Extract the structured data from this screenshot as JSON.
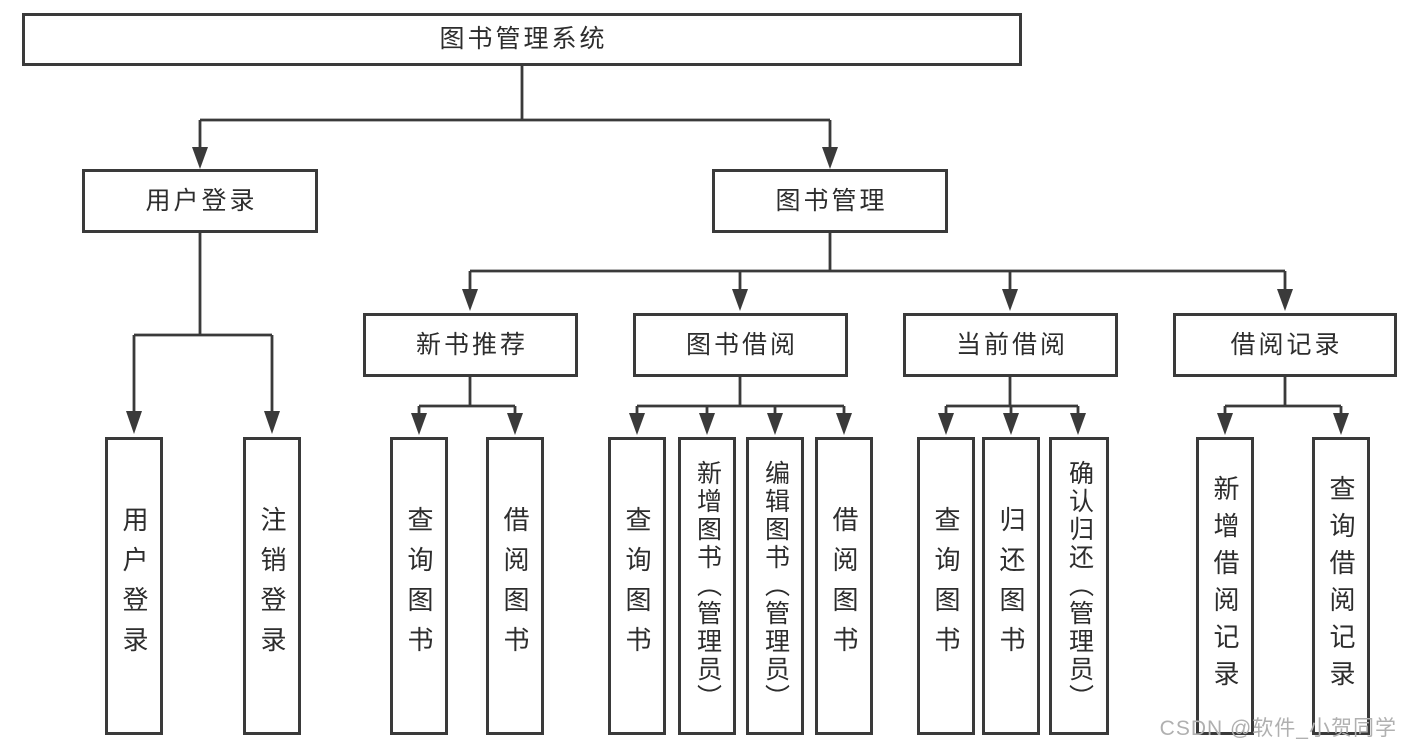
{
  "diagram": {
    "title": "图书管理系统",
    "level2": [
      {
        "label": "用户登录"
      },
      {
        "label": "图书管理"
      }
    ],
    "level3": [
      {
        "label": "新书推荐",
        "parent": "图书管理"
      },
      {
        "label": "图书借阅",
        "parent": "图书管理"
      },
      {
        "label": "当前借阅",
        "parent": "图书管理"
      },
      {
        "label": "借阅记录",
        "parent": "图书管理"
      }
    ],
    "leaves": [
      {
        "label": "用户登录",
        "parent": "用户登录"
      },
      {
        "label": "注销登录",
        "parent": "用户登录"
      },
      {
        "label": "查询图书",
        "parent": "新书推荐"
      },
      {
        "label": "借阅图书",
        "parent": "新书推荐"
      },
      {
        "label": "查询图书",
        "parent": "图书借阅"
      },
      {
        "label": "新增图书（管理员）",
        "parent": "图书借阅"
      },
      {
        "label": "编辑图书（管理员）",
        "parent": "图书借阅"
      },
      {
        "label": "借阅图书",
        "parent": "图书借阅"
      },
      {
        "label": "查询图书",
        "parent": "当前借阅"
      },
      {
        "label": "归还图书",
        "parent": "当前借阅"
      },
      {
        "label": "确认归还（管理员）",
        "parent": "当前借阅"
      },
      {
        "label": "新增借阅记录",
        "parent": "借阅记录"
      },
      {
        "label": "查询借阅记录",
        "parent": "借阅记录"
      }
    ]
  },
  "watermark": {
    "text": "CSDN @软件_小贺同学"
  },
  "colors": {
    "line": "#3a3a3a",
    "text": "#2d2d2d",
    "watermark": "#b0b0b0",
    "background": "#ffffff"
  }
}
